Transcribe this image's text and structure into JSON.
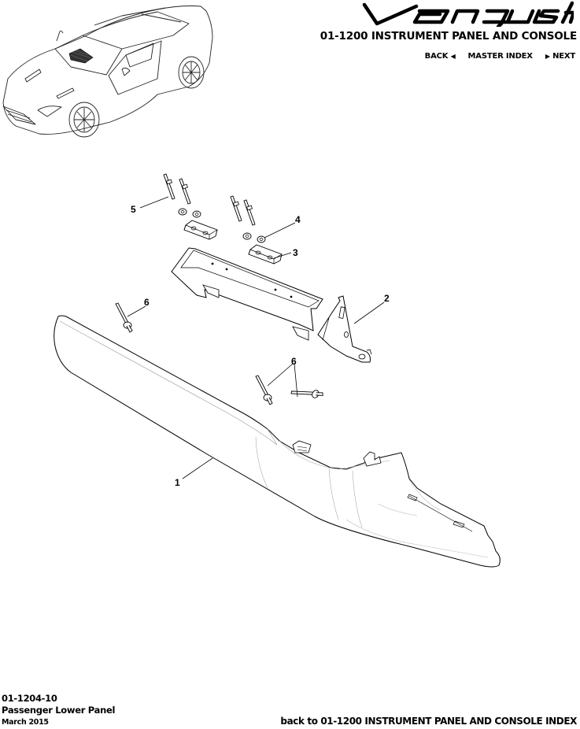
{
  "header": {
    "brand": "Vanquish",
    "section_title": "01-1200 INSTRUMENT PANEL AND CONSOLE",
    "nav": {
      "back": "BACK",
      "back_arrow": "◀",
      "master_index": "MASTER INDEX",
      "next_arrow": "▶",
      "next": "NEXT"
    }
  },
  "diagram": {
    "callouts": [
      {
        "id": "1",
        "label": "1"
      },
      {
        "id": "2",
        "label": "2"
      },
      {
        "id": "3",
        "label": "3"
      },
      {
        "id": "4",
        "label": "4"
      },
      {
        "id": "5",
        "label": "5"
      },
      {
        "id": "6a",
        "label": "6"
      },
      {
        "id": "6b",
        "label": "6"
      }
    ]
  },
  "footer": {
    "code": "01-1204-10",
    "name": "Passenger Lower Panel",
    "date": "March 2015",
    "back_link": "back to 01-1200 INSTRUMENT PANEL AND CONSOLE INDEX"
  }
}
